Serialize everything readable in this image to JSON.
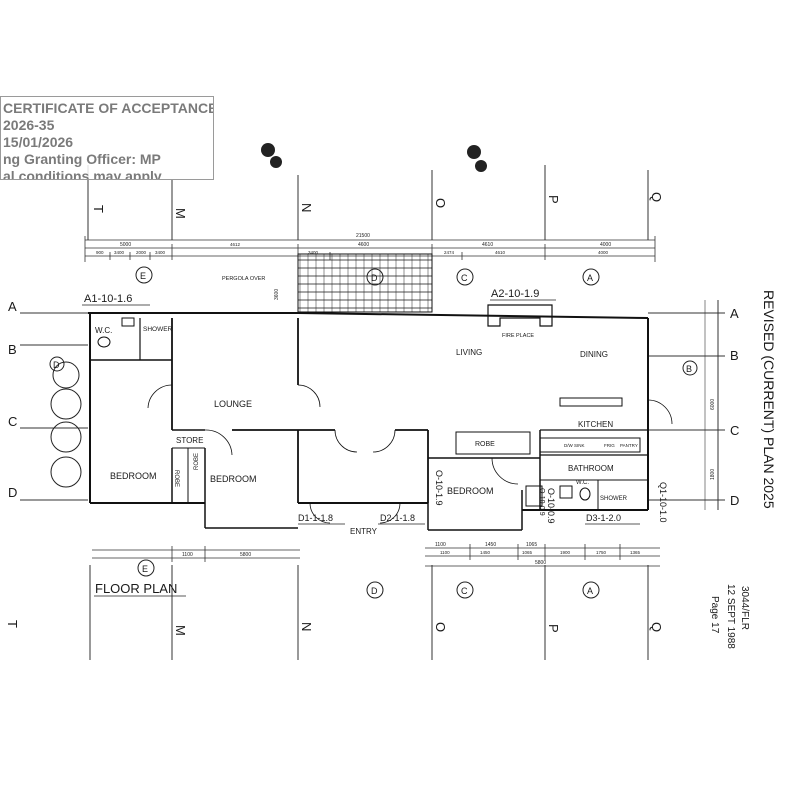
{
  "stamp": {
    "line1": "CERTIFICATE OF ACCEPTANCE",
    "line2": "2026-35",
    "line3": "15/01/2026",
    "line4": "ng Granting Officer: MP",
    "line5": "al conditions may apply"
  },
  "plan": {
    "title": "FLOOR PLAN",
    "overall_dimension": "21500",
    "revision_note": "REVISED (CURRENT) PLAN 2025",
    "sheet_note": {
      "ref": "3044/FLR",
      "date": "12 SEPT 1988",
      "page": "Page 17"
    },
    "rooms": {
      "wc_left": "W.C.",
      "shower_left": "SHOWER",
      "lounge": "LOUNGE",
      "store": "STORE",
      "robe_left_1": "ROBE",
      "robe_left_2": "ROBE",
      "bedroom_1": "BEDROOM",
      "bedroom_2": "BEDROOM",
      "bedroom_3": "BEDROOM",
      "robe_right": "ROBE",
      "living": "LIVING",
      "dining": "DINING",
      "kitchen": "KITCHEN",
      "fireplace": "FIRE PLACE",
      "pergola": "PERGOLA OVER",
      "bathroom": "BATHROOM",
      "wc_right": "W.C.",
      "shower_right": "SHOWER",
      "entry": "ENTRY",
      "dishwasher": "D/W SINK",
      "fridge": "FRIG",
      "pantry": "PANTRY"
    },
    "detail_tags": {
      "a1": "A1-10-1.6",
      "a2": "A2-10-1.9",
      "d1": "D1-1-1.8",
      "d2": "D2-1-1.8",
      "d3": "D3-1-2.0",
      "o1": "O-10-1.9",
      "o2": "O-10-0.9",
      "o3": "O-10-0.9",
      "q1": "Q1-10-1.0"
    },
    "grid_letters": {
      "top": [
        "T",
        "M",
        "N",
        "O",
        "P",
        "Q"
      ],
      "bottom": [
        "T",
        "M",
        "N",
        "O",
        "P",
        "Q"
      ],
      "left": [
        "A",
        "B",
        "C",
        "D"
      ],
      "right": [
        "A",
        "B",
        "C",
        "D"
      ]
    },
    "section_markers": {
      "top": [
        "E",
        "D",
        "C",
        "A"
      ],
      "bottom": [
        "E",
        "D",
        "C",
        "A"
      ],
      "side": [
        "D",
        "B"
      ]
    },
    "top_dims": [
      "5000",
      "4600",
      "4610",
      "4000"
    ],
    "top_subdims": [
      "900",
      "3400",
      "2000",
      "3400",
      "4612",
      "3400",
      "2474",
      "4610",
      "4000"
    ],
    "bottom_dims": [
      "1100",
      "5800",
      "1100",
      "1450",
      "1065",
      "5800"
    ],
    "bottom_subdims": [
      "1100",
      "1450",
      "1065",
      "1900",
      "1750",
      "1365"
    ],
    "side_dims": [
      "3600",
      "6000",
      "1800"
    ]
  }
}
